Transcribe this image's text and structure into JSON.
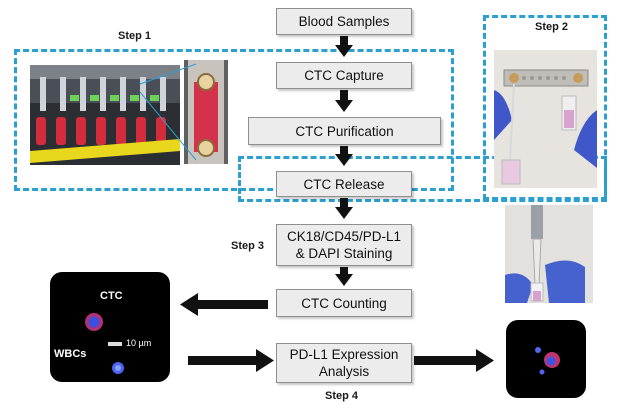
{
  "flow": {
    "blood_samples": "Blood Samples",
    "ctc_capture": "CTC Capture",
    "ctc_purification": "CTC Purification",
    "ctc_release": "CTC Release",
    "staining": "CK18/CD45/PD-L1\n& DAPI Staining",
    "ctc_counting": "CTC Counting",
    "pdl1_analysis": "PD-L1 Expression\nAnalysis"
  },
  "steps": {
    "step1": "Step 1",
    "step2": "Step 2",
    "step3": "Step 3",
    "step4": "Step 4"
  },
  "micrograph": {
    "ctc_label": "CTC",
    "wbc_label": "WBCs",
    "scale_label": "10 µm"
  },
  "colors": {
    "dashed_border": "#2b9fd0",
    "box_fill": "#ececec",
    "arrow": "#111111"
  }
}
